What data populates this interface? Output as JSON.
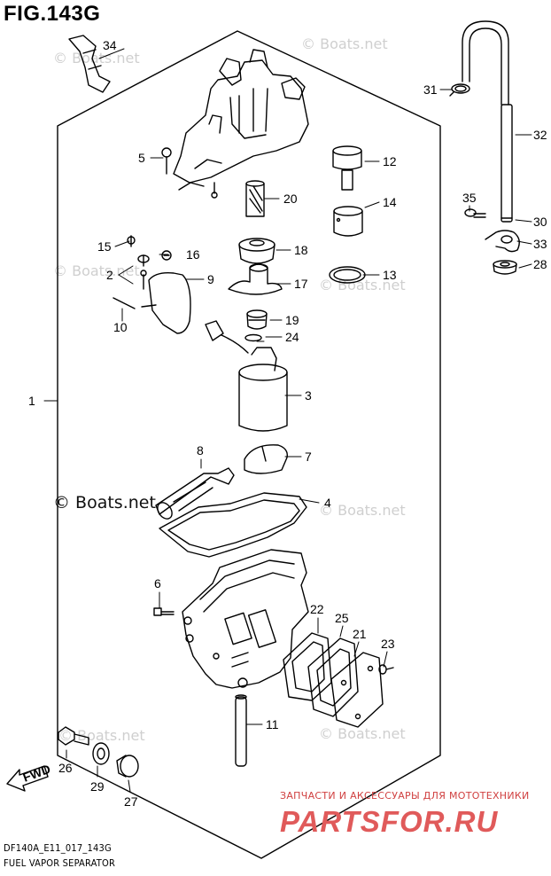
{
  "figure_title": "FIG.143G",
  "watermark": "© Boats.net",
  "footer": {
    "model_code": "DF140A_E11_017_143G",
    "section_name": "FUEL VAPOR SEPARATOR"
  },
  "branding": {
    "tagline": "ЗАПЧАСТИ И АКСЕССУАРЫ ДЛЯ МОТОТЕХНИКИ",
    "logo_text": "PARTSFOR.RU"
  },
  "fwd_label": "FWD",
  "callouts": [
    "1",
    "2",
    "3",
    "4",
    "5",
    "6",
    "7",
    "8",
    "9",
    "10",
    "11",
    "12",
    "13",
    "14",
    "15",
    "16",
    "17",
    "18",
    "19",
    "20",
    "21",
    "22",
    "23",
    "24",
    "25",
    "26",
    "27",
    "28",
    "29",
    "30",
    "31",
    "32",
    "33",
    "34",
    "35"
  ],
  "colors": {
    "line": "#000000",
    "watermark": "#cfcfcf",
    "brand": "#e05a5a"
  }
}
